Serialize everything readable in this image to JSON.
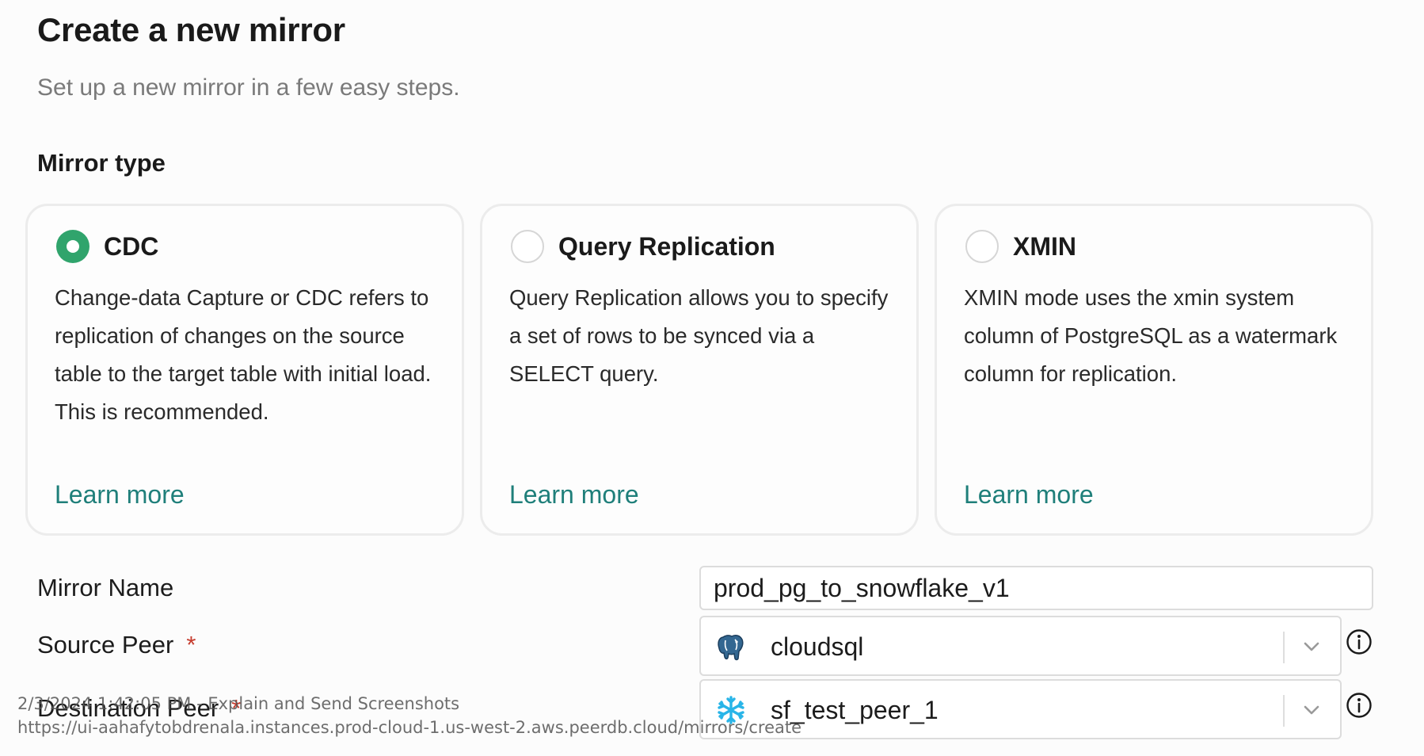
{
  "header": {
    "title": "Create a new mirror",
    "subtitle": "Set up a new mirror in a few easy steps."
  },
  "mirror_type": {
    "section_title": "Mirror type",
    "options": [
      {
        "title": "CDC",
        "description": "Change-data Capture or CDC refers to replication of changes on the source table to the target table with initial load. This is recommended.",
        "link": "Learn more",
        "selected": true
      },
      {
        "title": "Query Replication",
        "description": "Query Replication allows you to specify a set of rows to be synced via a SELECT query.",
        "link": "Learn more",
        "selected": false
      },
      {
        "title": "XMIN",
        "description": "XMIN mode uses the xmin system column of PostgreSQL as a watermark column for replication.",
        "link": "Learn more",
        "selected": false
      }
    ]
  },
  "form": {
    "mirror_name": {
      "label": "Mirror Name",
      "value": "prod_pg_to_snowflake_v1"
    },
    "source_peer": {
      "label": "Source Peer",
      "required_mark": "*",
      "value": "cloudsql",
      "icon": "postgres-elephant-icon"
    },
    "destination_peer": {
      "label": "Destination Peer",
      "required_mark": "*",
      "value": "sf_test_peer_1",
      "icon": "snowflake-icon"
    }
  },
  "overlay": {
    "line1": "2/3/2024 1:42:05 PM - Explain and Send Screenshots",
    "line2": "https://ui-aahafytobdrenala.instances.prod-cloud-1.us-west-2.aws.peerdb.cloud/mirrors/create"
  },
  "colors": {
    "accent_green": "#30a46c",
    "link_teal": "#1f7f7a",
    "required_red": "#c63d2f",
    "snowflake_blue": "#29b5e8"
  }
}
